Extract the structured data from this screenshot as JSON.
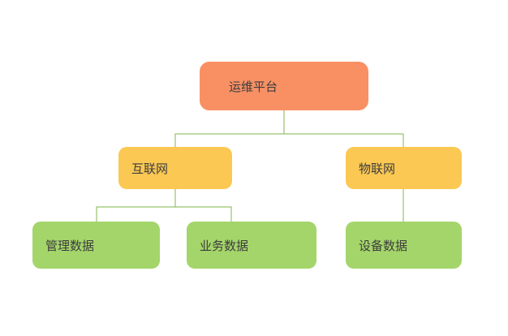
{
  "diagram": {
    "type": "tree",
    "nodes": {
      "root": {
        "label": "运维平台",
        "color": "#f89064"
      },
      "internet": {
        "label": "互联网",
        "color": "#fbc853"
      },
      "iot": {
        "label": "物联网",
        "color": "#fbc853"
      },
      "management_data": {
        "label": "管理数据",
        "color": "#a4d56a"
      },
      "business_data": {
        "label": "业务数据",
        "color": "#a4d56a"
      },
      "device_data": {
        "label": "设备数据",
        "color": "#a4d56a"
      }
    },
    "edges": [
      {
        "from": "root",
        "to": "internet"
      },
      {
        "from": "root",
        "to": "iot"
      },
      {
        "from": "internet",
        "to": "management_data"
      },
      {
        "from": "internet",
        "to": "business_data"
      },
      {
        "from": "iot",
        "to": "device_data"
      }
    ],
    "colors": {
      "connector": "#82b54b",
      "text": "#3d3d3d",
      "background": "#ffffff"
    }
  }
}
